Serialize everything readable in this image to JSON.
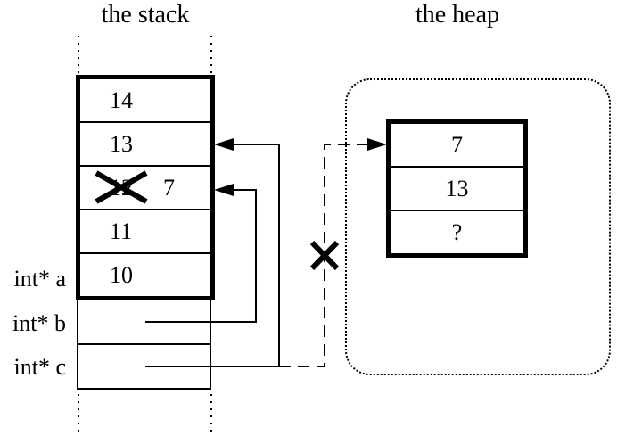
{
  "colors": {
    "ink": "#000000",
    "background": "#ffffff"
  },
  "stack": {
    "title": "the stack",
    "cells": [
      {
        "value": "14"
      },
      {
        "value": "13"
      },
      {
        "old_value": "12",
        "new_value": "7",
        "crossed_out": true
      },
      {
        "value": "11"
      },
      {
        "value": "10"
      }
    ],
    "variables": [
      {
        "label": "int* a"
      },
      {
        "label": "int* b"
      },
      {
        "label": "int* c"
      }
    ]
  },
  "heap": {
    "title": "the heap",
    "cells": [
      {
        "value": "7"
      },
      {
        "value": "13"
      },
      {
        "value": "?"
      }
    ]
  }
}
